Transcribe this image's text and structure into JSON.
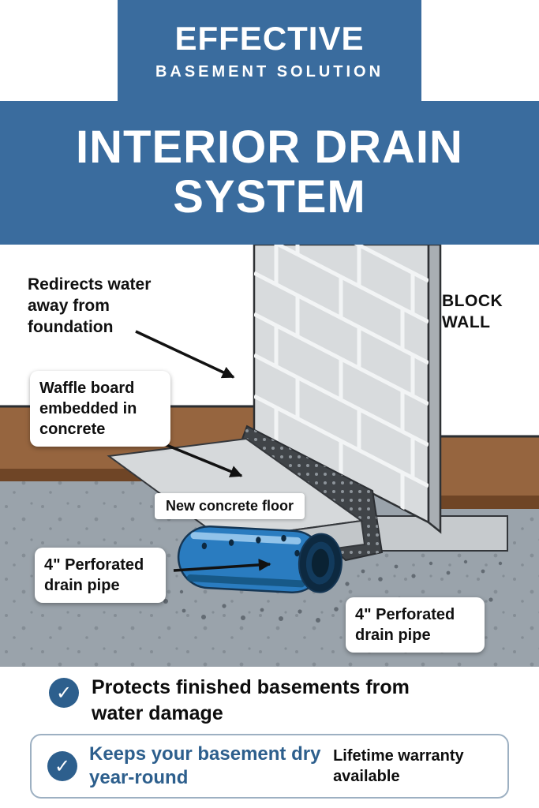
{
  "header": {
    "eyebrow": "EFFECTIVE",
    "eyebrow_sub": "BASEMENT SOLUTION",
    "title": "INTERIOR DRAIN SYSTEM"
  },
  "diagram": {
    "redirects_label": "Redirects water away from foundation",
    "waffle_label": "Waffle board embedded in concrete",
    "block_wall_label": "BLOCK WALL",
    "floor_label": "New concrete floor",
    "pipe_label_left": "4\" Perforated drain pipe",
    "pipe_label_right": "4\" Perforated drain pipe"
  },
  "benefits": {
    "check_icon": "✓",
    "item_protect": "Protects finished basements from water damage",
    "item_dry": "Keeps your basement dry year-round",
    "item_warranty": "Lifetime warranty available"
  },
  "colors": {
    "header_blue": "#3a6c9e",
    "accent_blue": "#2d5f8d",
    "pipe_blue": "#2a7cc0",
    "soil_brown": "#96653f",
    "floor_gray": "#9aa3ab",
    "block_gray": "#d8dbdd"
  }
}
